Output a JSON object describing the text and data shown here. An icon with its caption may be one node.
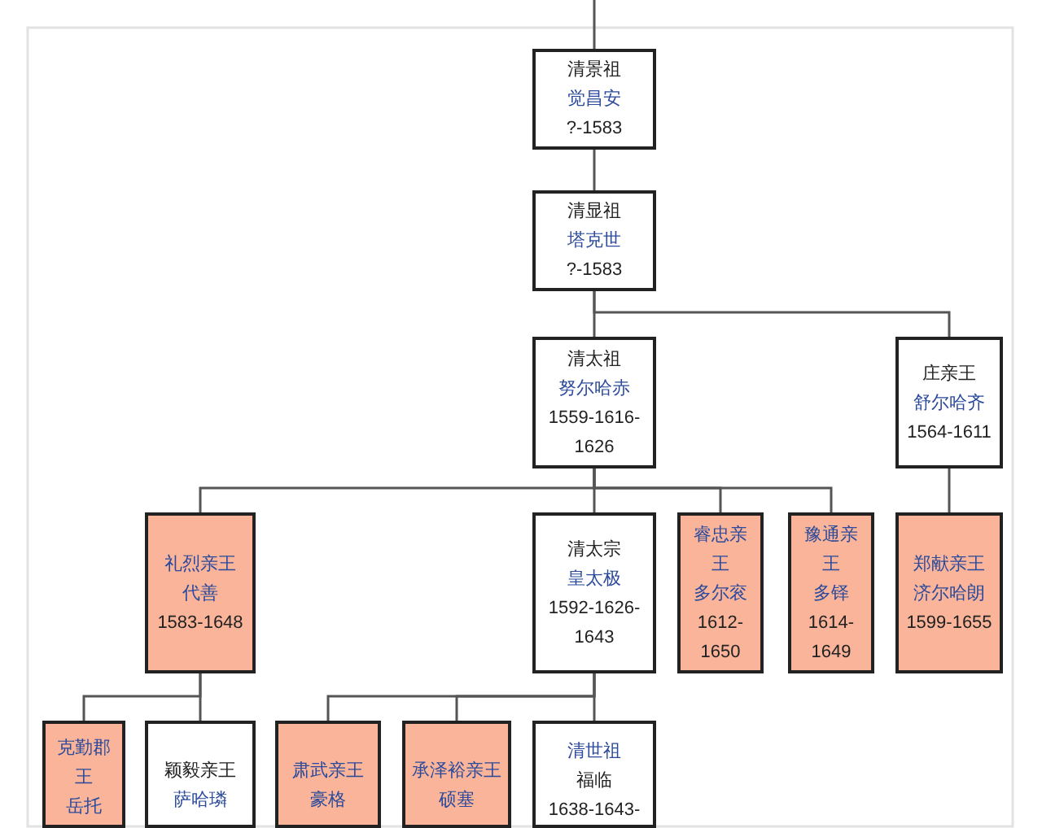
{
  "diagram": {
    "nodes": [
      {
        "text": [
          "清景祖",
          "觉昌安",
          "?-1583"
        ]
      },
      {
        "text": [
          "清显祖",
          "塔克世",
          "?-1583"
        ]
      },
      {
        "text": [
          "清太祖",
          "努尔哈赤",
          "1559-1616-1626"
        ]
      },
      {
        "text": [
          "庄亲王",
          "舒尔哈齐",
          "1564-1611"
        ]
      },
      {
        "text": [
          "礼烈亲王",
          "代善",
          "1583-1648"
        ]
      },
      {
        "text": [
          "清太宗",
          "皇太极",
          "1592-1626-1643"
        ]
      },
      {
        "text": [
          "睿忠亲王",
          "多尔衮",
          "1612-1650"
        ]
      },
      {
        "text": [
          "豫通亲王",
          "多铎",
          "1614-1649"
        ]
      },
      {
        "text": [
          "郑献亲王",
          "济尔哈朗",
          "1599-1655"
        ]
      },
      {
        "text": [
          "克勤郡王",
          "岳托"
        ]
      },
      {
        "text": [
          "颖毅亲王",
          "萨哈璘"
        ]
      },
      {
        "text": [
          "肃武亲王",
          "豪格"
        ]
      },
      {
        "text": [
          "承泽裕亲王",
          "硕塞"
        ]
      },
      {
        "text": [
          "清世祖",
          "福临",
          "1638-1643-"
        ]
      }
    ],
    "edges": [
      {
        "from": null,
        "to": 0,
        "arrow": "none"
      },
      {
        "from": 0,
        "to": 1,
        "arrow": "none"
      },
      {
        "from": 1,
        "to": 2,
        "arrow": "none"
      },
      {
        "from": 1,
        "to": 3,
        "arrow": "none"
      },
      {
        "from": 2,
        "to": 4,
        "arrow": "none"
      },
      {
        "from": 2,
        "to": 5,
        "arrow": "none"
      },
      {
        "from": 2,
        "to": 6,
        "arrow": "none"
      },
      {
        "from": 2,
        "to": 7,
        "arrow": "none"
      },
      {
        "from": 3,
        "to": 8,
        "arrow": "none"
      },
      {
        "from": 4,
        "to": 9,
        "arrow": "none"
      },
      {
        "from": 4,
        "to": 10,
        "arrow": "none"
      },
      {
        "from": 5,
        "to": 11,
        "arrow": "none"
      },
      {
        "from": 5,
        "to": 12,
        "arrow": "none"
      },
      {
        "from": 5,
        "to": 13,
        "arrow": "none"
      }
    ]
  }
}
